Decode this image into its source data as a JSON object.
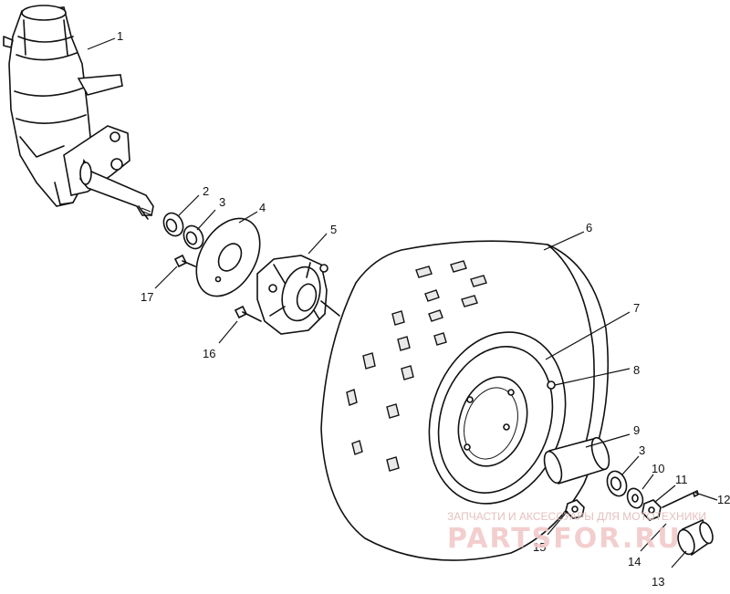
{
  "callouts": [
    {
      "id": "p1",
      "label": "1"
    },
    {
      "id": "p2",
      "label": "2"
    },
    {
      "id": "p3a",
      "label": "3"
    },
    {
      "id": "p4",
      "label": "4"
    },
    {
      "id": "p5",
      "label": "5"
    },
    {
      "id": "p6",
      "label": "6"
    },
    {
      "id": "p7",
      "label": "7"
    },
    {
      "id": "p8",
      "label": "8"
    },
    {
      "id": "p9",
      "label": "9"
    },
    {
      "id": "p3b",
      "label": "3"
    },
    {
      "id": "p10",
      "label": "10"
    },
    {
      "id": "p11",
      "label": "11"
    },
    {
      "id": "p12",
      "label": "12"
    },
    {
      "id": "p13",
      "label": "13"
    },
    {
      "id": "p14",
      "label": "14"
    },
    {
      "id": "p15",
      "label": "15"
    },
    {
      "id": "p16",
      "label": "16"
    },
    {
      "id": "p17",
      "label": "17"
    }
  ],
  "watermark": {
    "tagline": "ЗАПЧАСТИ И АКСЕССУАРЫ ДЛЯ МОТОТЕХНИКИ",
    "logo": "PARTSFOR.RU",
    "color": "#f2c9c9"
  }
}
